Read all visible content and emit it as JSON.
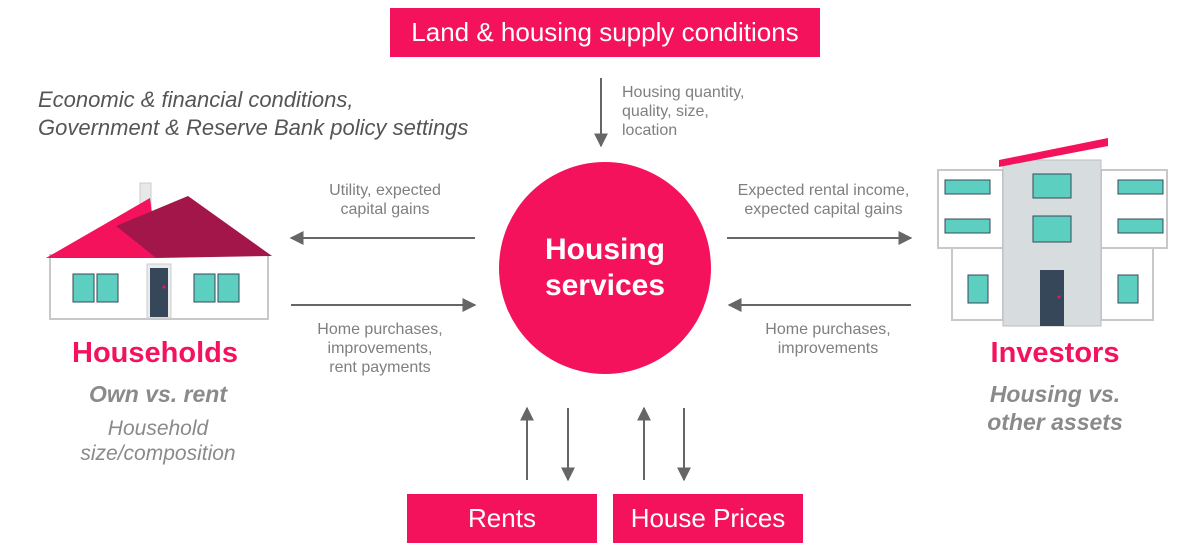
{
  "supply_box": "Land & housing supply conditions",
  "supply_flow": [
    "Housing quantity,",
    "quality, size,",
    "location"
  ],
  "context": [
    "Economic & financial conditions,",
    "Government & Reserve Bank policy settings"
  ],
  "center": [
    "Housing",
    "services"
  ],
  "households": {
    "title": "Households",
    "subtitle": "Own vs. rent",
    "note": [
      "Household",
      "size/composition"
    ],
    "flow_in": [
      "Utility, expected",
      "capital gains"
    ],
    "flow_out": [
      "Home purchases,",
      "improvements,",
      "rent payments"
    ]
  },
  "investors": {
    "title": "Investors",
    "subtitle": [
      "Housing vs.",
      "other assets"
    ],
    "flow_in": [
      "Expected rental income,",
      "expected capital gains"
    ],
    "flow_out": [
      "Home purchases,",
      "improvements"
    ]
  },
  "rents_box": "Rents",
  "prices_box": "House Prices",
  "colors": {
    "accent": "#f5125c",
    "roof": "#a3164a",
    "window": "#5ccfc0",
    "door": "#37475a",
    "wall": "#d7dcdf",
    "label_gray": "#7f7f7f"
  }
}
